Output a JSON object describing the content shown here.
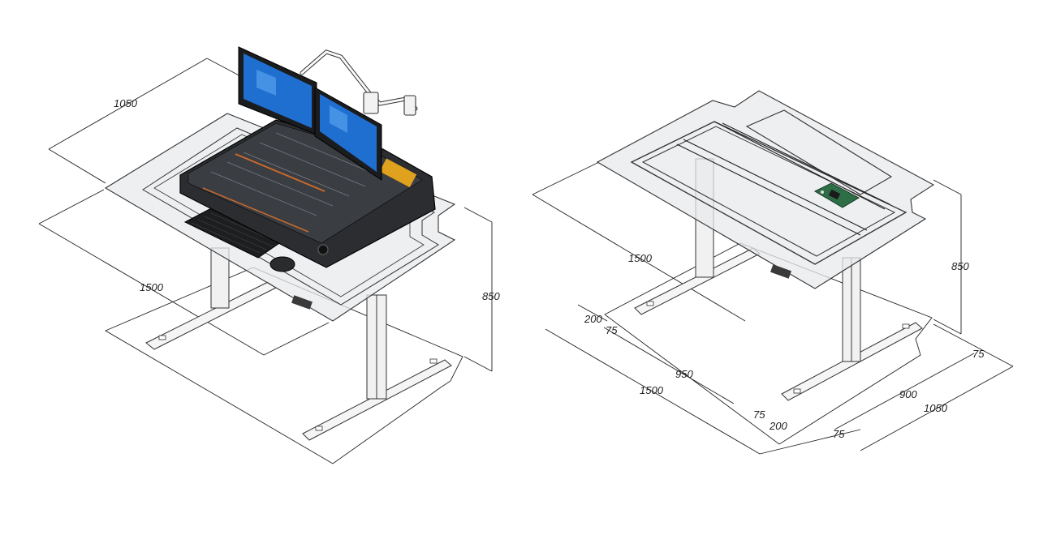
{
  "left_view": {
    "dimensions": {
      "depth": "1050",
      "width": "1500",
      "height": "850"
    }
  },
  "right_view": {
    "dimensions": {
      "width_top": "1500",
      "height": "850",
      "d_200_top": "200",
      "d_75_top_left": "75",
      "d_950": "950",
      "d_1500_bottom": "1500",
      "d_75_mid": "75",
      "d_200_bottom": "200",
      "d_75_bottom": "75",
      "d_900": "900",
      "d_1050": "1050",
      "d_75_right": "75"
    }
  },
  "colors": {
    "monitor_screen": "#1f6fd1",
    "console_body": "#2b2d30",
    "control_board": "#2e6e46"
  }
}
